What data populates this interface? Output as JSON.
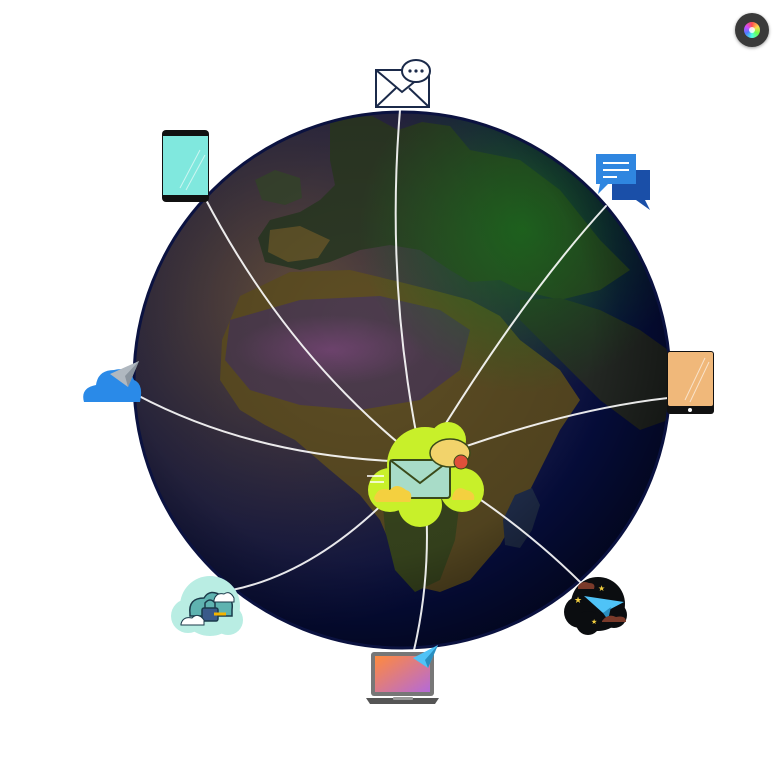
{
  "diagram": {
    "hub": {
      "icon": "email-cloud-hub-icon"
    },
    "nodes": [
      {
        "id": "email",
        "icon": "envelope-chat-icon"
      },
      {
        "id": "chat",
        "icon": "chat-bubbles-icon"
      },
      {
        "id": "tablet",
        "icon": "tablet-icon"
      },
      {
        "id": "night-send",
        "icon": "night-paper-plane-icon"
      },
      {
        "id": "laptop",
        "icon": "laptop-send-icon"
      },
      {
        "id": "secure-cloud",
        "icon": "cloud-lock-icon"
      },
      {
        "id": "cloud-send",
        "icon": "cloud-paper-plane-icon"
      },
      {
        "id": "phone",
        "icon": "smartphone-icon"
      }
    ],
    "colors": {
      "ocean": "#07104a",
      "land_dark": "#2c3320",
      "land_warm": "#7a5a1e",
      "link": "#ffffff",
      "hub": "#c8f02a",
      "navy": "#1b2a4a",
      "chat_blue": "#1f6fd0"
    }
  },
  "toolbar": {
    "color_button_icon": "color-wheel-icon"
  }
}
